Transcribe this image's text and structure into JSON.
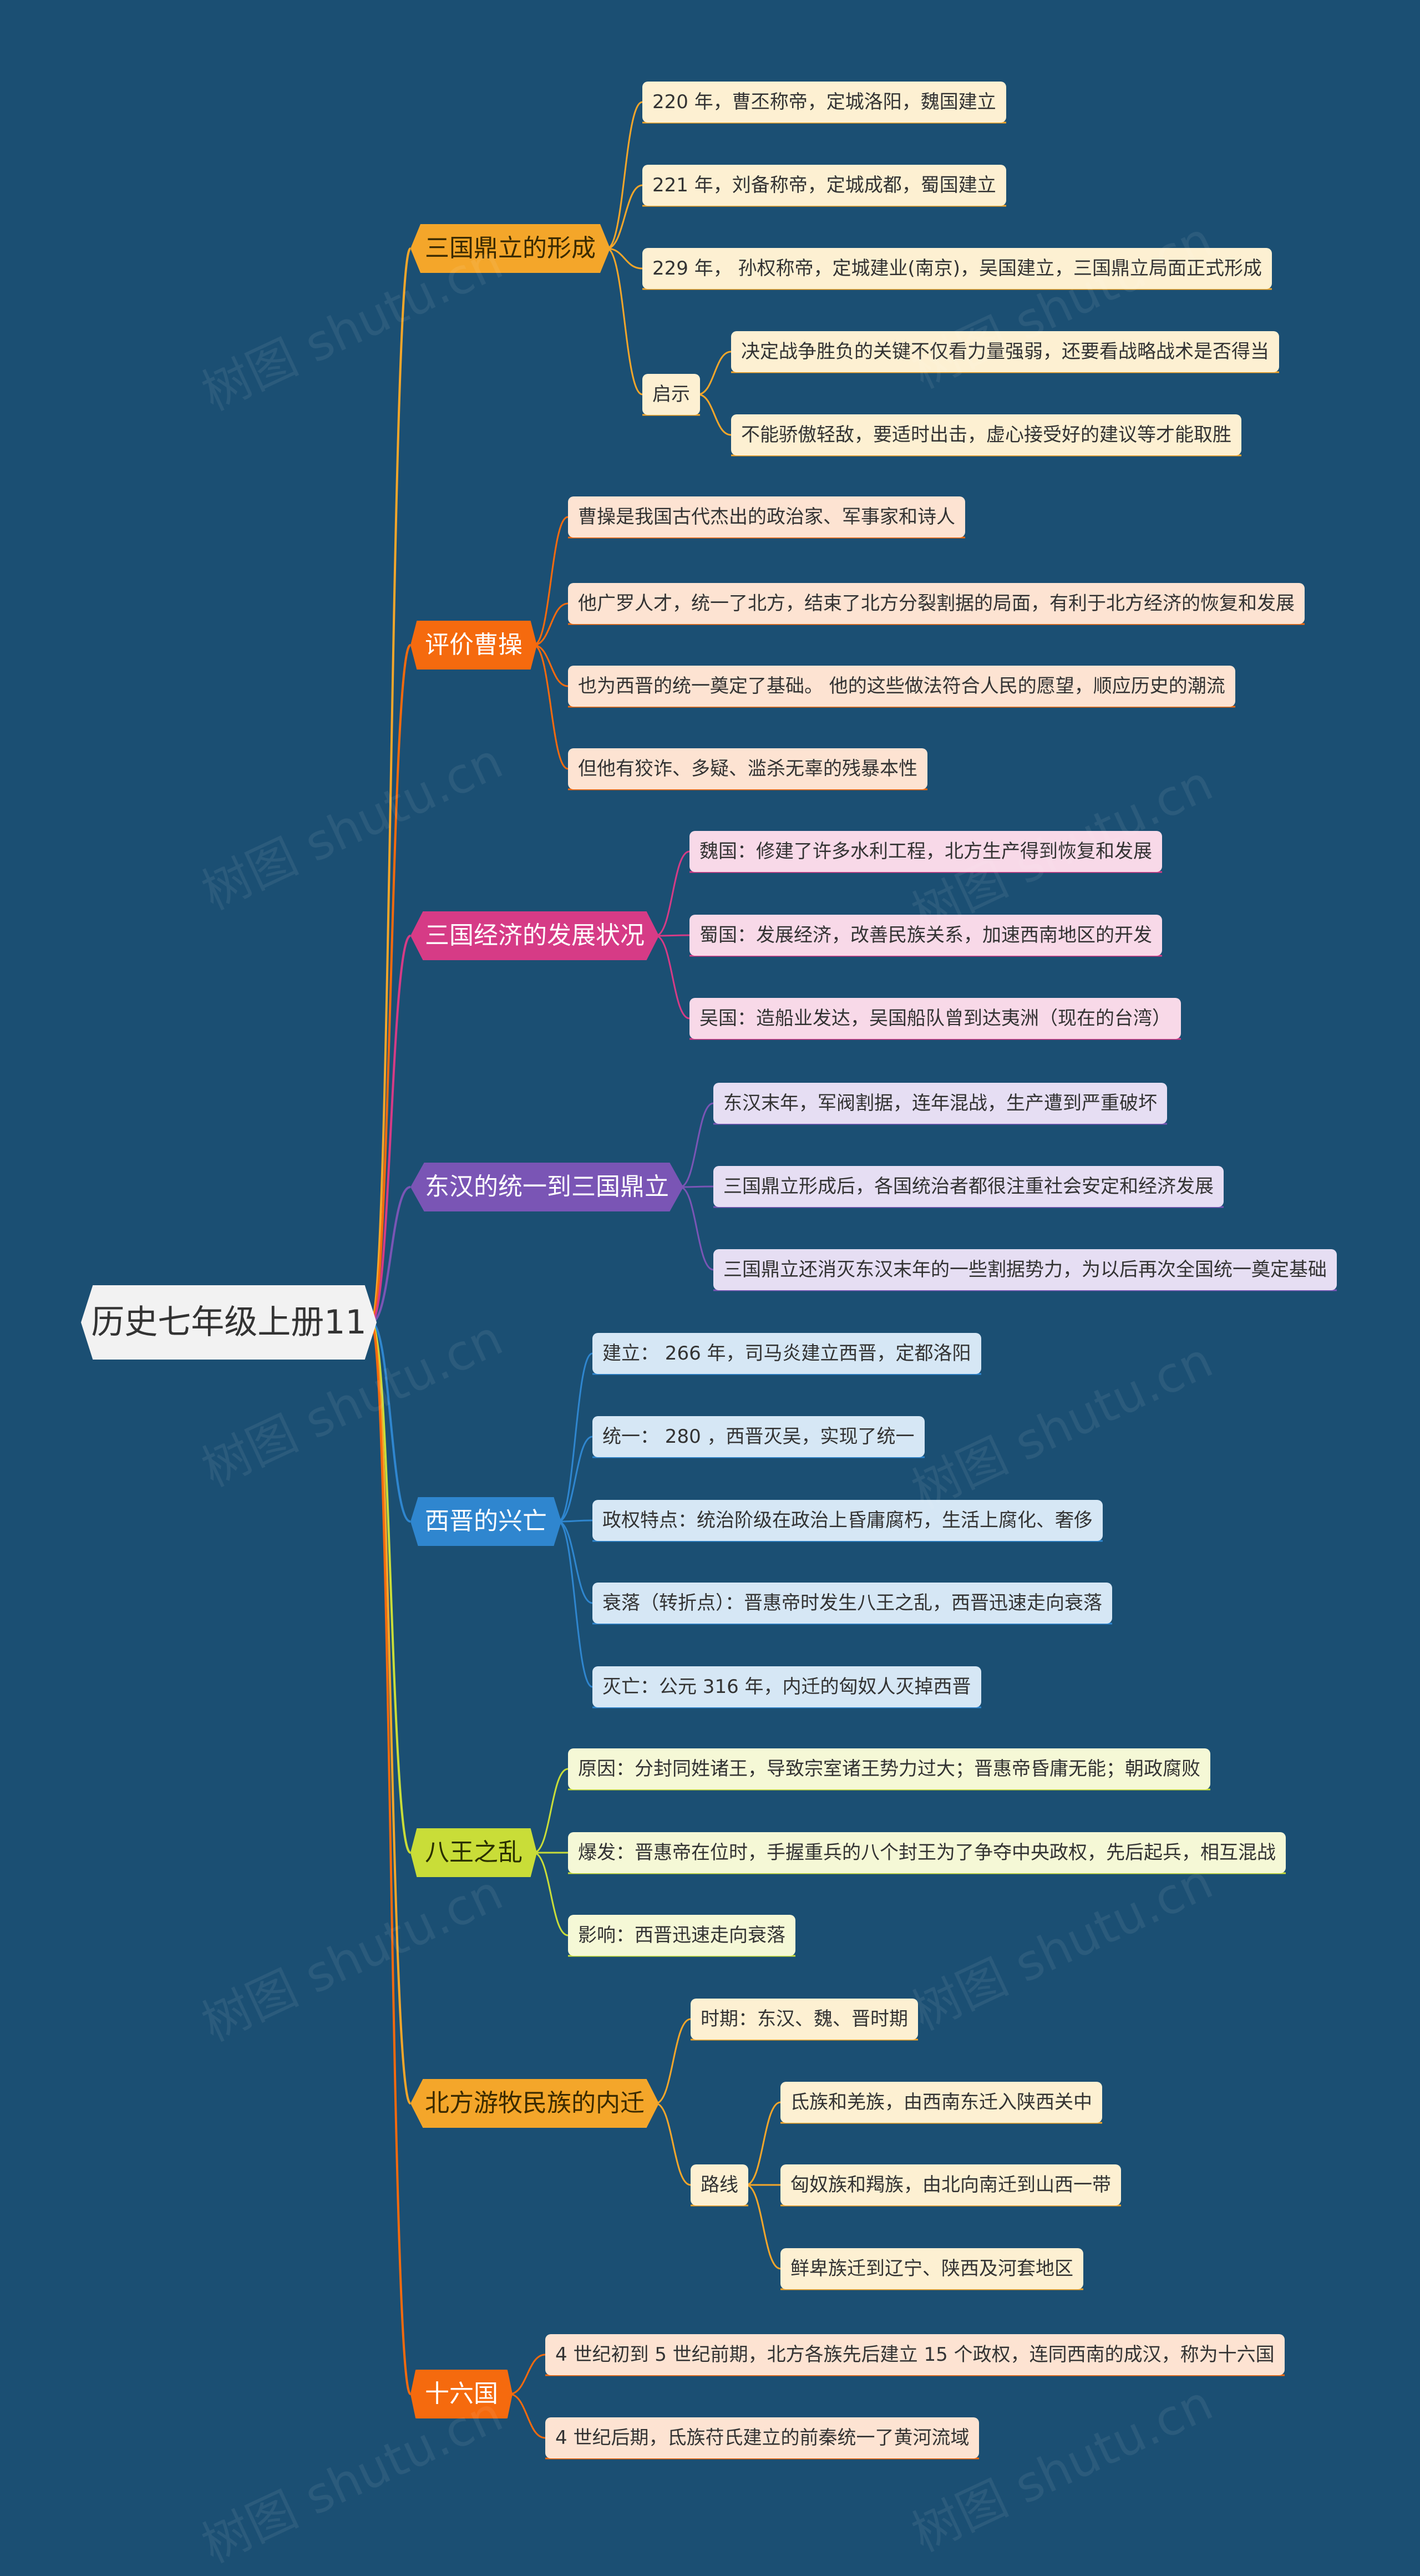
{
  "root": {
    "label": "历史七年级上册11",
    "color": "#f2f2f2"
  },
  "branches": [
    {
      "label": "三国鼎立的形成",
      "color": "#f4a62a",
      "text_color": "#3a2a00",
      "leaf_bg": "#fdf0d2",
      "children": [
        {
          "label": "220 年，曹丕称帝，定城洛阳，魏国建立"
        },
        {
          "label": "221 年，刘备称帝，定城成都，蜀国建立"
        },
        {
          "label": "229 年， 孙权称帝，定城建业(南京)，吴国建立，三国鼎立局面正式形成"
        },
        {
          "label": "启示",
          "children": [
            {
              "label": "决定战争胜负的关键不仅看力量强弱，还要看战略战术是否得当"
            },
            {
              "label": "不能骄傲轻敌，要适时出击，虚心接受好的建议等才能取胜"
            }
          ]
        }
      ]
    },
    {
      "label": "评价曹操",
      "color": "#f56a0e",
      "text_color": "#ffffff",
      "leaf_bg": "#fde3d2",
      "children": [
        {
          "label": "曹操是我国古代杰出的政治家、军事家和诗人"
        },
        {
          "label": "他广罗人才，统一了北方，结束了北方分裂割据的局面，有利于北方经济的恢复和发展"
        },
        {
          "label": "也为西晋的统一奠定了基础。 他的这些做法符合人民的愿望，顺应历史的潮流"
        },
        {
          "label": "但他有狡诈、多疑、滥杀无辜的残暴本性"
        }
      ]
    },
    {
      "label": "三国经济的发展状况",
      "color": "#d63b86",
      "text_color": "#ffffff",
      "leaf_bg": "#f8d9e8",
      "children": [
        {
          "label": "魏国：修建了许多水利工程，北方生产得到恢复和发展"
        },
        {
          "label": "蜀国：发展经济，改善民族关系，加速西南地区的开发"
        },
        {
          "label": "吴国：造船业发达，吴国船队曾到达夷洲（现在的台湾）"
        }
      ]
    },
    {
      "label": "东汉的统一到三国鼎立",
      "color": "#7a55b5",
      "text_color": "#ffffff",
      "leaf_bg": "#e6def3",
      "children": [
        {
          "label": "东汉末年，军阀割据，连年混战，生产遭到严重破坏"
        },
        {
          "label": "三国鼎立形成后，各国统治者都很注重社会安定和经济发展"
        },
        {
          "label": "三国鼎立还消灭东汉末年的一些割据势力，为以后再次全国统一奠定基础"
        }
      ]
    },
    {
      "label": "西晋的兴亡",
      "color": "#2f86cf",
      "text_color": "#ffffff",
      "leaf_bg": "#d6e7f5",
      "children": [
        {
          "label": "建立： 266 年，司马炎建立西晋，定都洛阳"
        },
        {
          "label": "统一： 280 ，西晋灭吴，实现了统一"
        },
        {
          "label": "政权特点：统治阶级在政治上昏庸腐朽，生活上腐化、奢侈"
        },
        {
          "label": "衰落（转折点）：晋惠帝时发生八王之乱，西晋迅速走向衰落"
        },
        {
          "label": "灭亡：公元 316 年，内迁的匈奴人灭掉西晋"
        }
      ]
    },
    {
      "label": "八王之乱",
      "color": "#c9dd38",
      "text_color": "#2a3000",
      "leaf_bg": "#f5f8d6",
      "children": [
        {
          "label": "原因：分封同姓诸王，导致宗室诸王势力过大；晋惠帝昏庸无能；朝政腐败"
        },
        {
          "label": "爆发：晋惠帝在位时，手握重兵的八个封王为了争夺中央政权，先后起兵，相互混战"
        },
        {
          "label": "影响：西晋迅速走向衰落"
        }
      ]
    },
    {
      "label": "北方游牧民族的内迁",
      "color": "#f4a62a",
      "text_color": "#3a2a00",
      "leaf_bg": "#fdf0d2",
      "children": [
        {
          "label": "时期：东汉、魏、晋时期"
        },
        {
          "label": "路线",
          "children": [
            {
              "label": "氐族和羌族，由西南东迁入陕西关中"
            },
            {
              "label": "匈奴族和羯族，由北向南迁到山西一带"
            },
            {
              "label": "鲜卑族迁到辽宁、陕西及河套地区"
            }
          ]
        }
      ]
    },
    {
      "label": "十六国",
      "color": "#f56a0e",
      "text_color": "#ffffff",
      "leaf_bg": "#fde3d2",
      "children": [
        {
          "label": "4 世纪初到 5 世纪前期，北方各族先后建立 15 个政权，连同西南的成汉，称为十六国"
        },
        {
          "label": "4 世纪后期，氐族苻氏建立的前秦统一了黄河流域"
        }
      ]
    }
  ],
  "watermark": "树图 shutu.cn"
}
